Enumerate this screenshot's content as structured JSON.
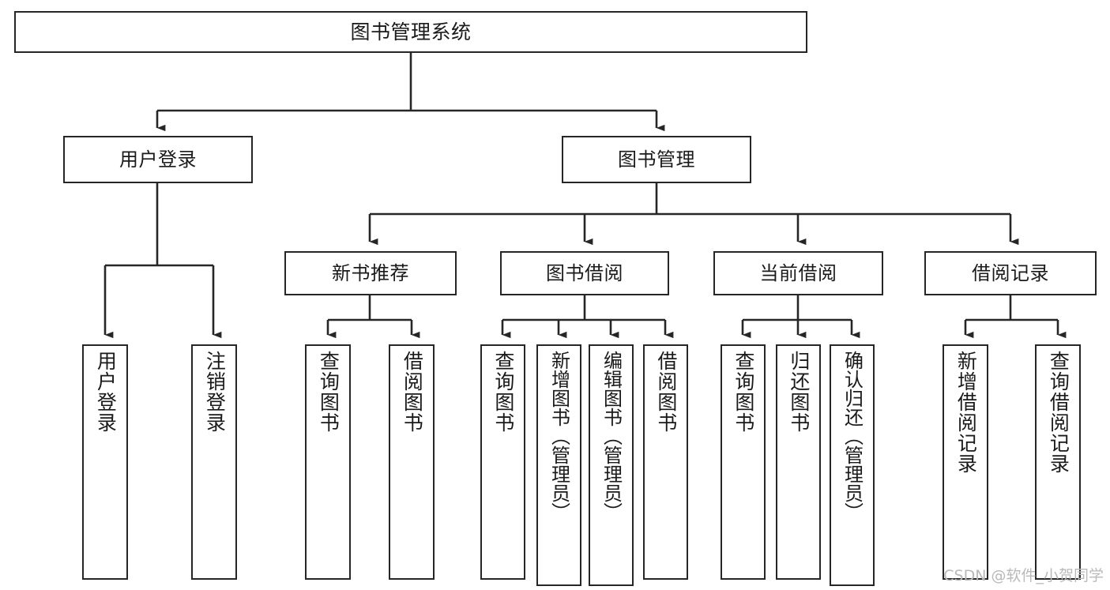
{
  "diagram": {
    "type": "tree-hierarchy-chart",
    "title": "图书管理系统",
    "orientation": "top-down",
    "colors": {
      "background": "#ffffff",
      "box_border": "#262626",
      "box_fill": "#ffffff",
      "edge": "#262626",
      "text": "#1a1a1a",
      "watermark": "#b9b9b9"
    }
  },
  "root": {
    "label": "图书管理系统"
  },
  "level2": [
    {
      "label": "用户登录"
    },
    {
      "label": "图书管理"
    }
  ],
  "level3": [
    {
      "label": "新书推荐"
    },
    {
      "label": "图书借阅"
    },
    {
      "label": "当前借阅"
    },
    {
      "label": "借阅记录"
    }
  ],
  "leaves": {
    "user_login": [
      {
        "label": "用户登录"
      },
      {
        "label": "注销登录"
      }
    ],
    "new_book_recommend": [
      {
        "label": "查询图书"
      },
      {
        "label": "借阅图书"
      }
    ],
    "book_borrow": [
      {
        "label": "查询图书"
      },
      {
        "label": "新增图书（管理员）"
      },
      {
        "label": "编辑图书（管理员）"
      },
      {
        "label": "借阅图书"
      }
    ],
    "current_borrow": [
      {
        "label": "查询图书"
      },
      {
        "label": "归还图书"
      },
      {
        "label": "确认归还（管理员）"
      }
    ],
    "borrow_records": [
      {
        "label": "新增借阅记录"
      },
      {
        "label": "查询借阅记录"
      }
    ]
  },
  "watermark": {
    "text": "CSDN @软件_小贺同学"
  }
}
